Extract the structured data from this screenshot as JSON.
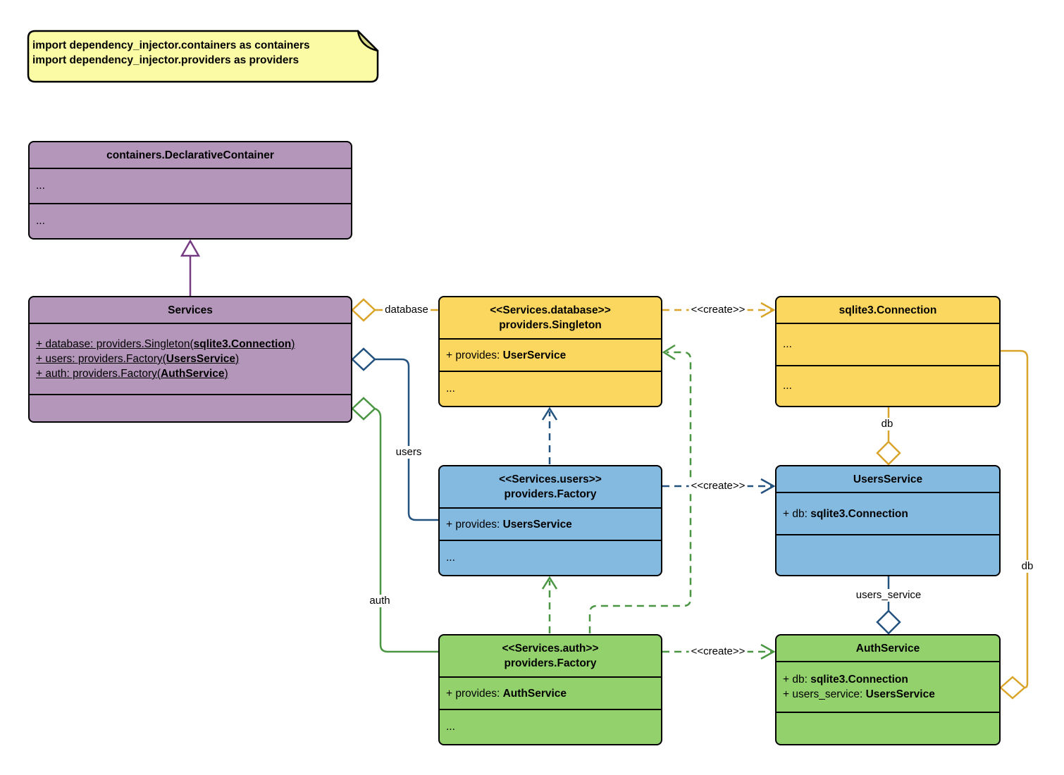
{
  "note": {
    "lines": [
      "import dependency_injector.containers as containers",
      "import dependency_injector.providers as providers"
    ]
  },
  "classes": {
    "declarative_container": {
      "title": "containers.DeclarativeContainer",
      "rows": [
        "...",
        "..."
      ]
    },
    "services": {
      "title": "Services",
      "attributes": [
        {
          "prefix": "+ database: providers.Singleton(",
          "bold": "sqlite3.Connection",
          "suffix": ")"
        },
        {
          "prefix": "+ users: providers.Factory(",
          "bold": "UsersService",
          "suffix": ")"
        },
        {
          "prefix": "+ auth: providers.Factory(",
          "bold": "AuthService",
          "suffix": ")"
        }
      ]
    },
    "database_singleton": {
      "stereotype": "<<Services.database>>",
      "title": "providers.Singleton",
      "attributes": [
        {
          "prefix": "+ provides: ",
          "bold": "UserService",
          "suffix": ""
        }
      ],
      "rows": [
        "..."
      ]
    },
    "sqlite_connection": {
      "title": "sqlite3.Connection",
      "rows": [
        "...",
        "..."
      ]
    },
    "users_factory": {
      "stereotype": "<<Services.users>>",
      "title": "providers.Factory",
      "attributes": [
        {
          "prefix": "+ provides: ",
          "bold": "UsersService",
          "suffix": ""
        }
      ],
      "rows": [
        "..."
      ]
    },
    "users_service": {
      "title": "UsersService",
      "attributes": [
        {
          "prefix": "+ db: ",
          "bold": "sqlite3.Connection",
          "suffix": ""
        }
      ]
    },
    "auth_factory": {
      "stereotype": "<<Services.auth>>",
      "title": "providers.Factory",
      "attributes": [
        {
          "prefix": "+ provides: ",
          "bold": "AuthService",
          "suffix": ""
        }
      ],
      "rows": [
        "..."
      ]
    },
    "auth_service": {
      "title": "AuthService",
      "attributes": [
        {
          "prefix": "+ db: ",
          "bold": "sqlite3.Connection",
          "suffix": ""
        },
        {
          "prefix": "+ users_service: ",
          "bold": "UsersService",
          "suffix": ""
        }
      ]
    }
  },
  "edge_labels": {
    "database": "database",
    "users": "users",
    "auth": "auth",
    "create": "<<create>>",
    "db": "db",
    "users_service": "users_service"
  },
  "colors": {
    "purple_fill": "#b396ba",
    "purple_stroke": "#763c82",
    "yellow_fill": "#fcd75f",
    "yellow_stroke": "#d9a42a",
    "blue_fill": "#84bae0",
    "blue_stroke": "#23527e",
    "green_fill": "#92d16c",
    "green_stroke": "#4a9643",
    "note_fill": "#fbfba6",
    "box_border": "#000000"
  }
}
